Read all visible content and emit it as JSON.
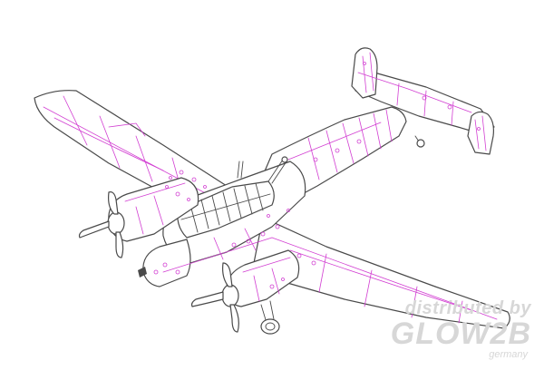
{
  "watermark": {
    "line1": "distributed by",
    "logo": "GLOW2B",
    "line2": "germany"
  },
  "colors": {
    "outline": "#4a4a4a",
    "panel_lines": "#d23fd2",
    "watermark": "#d7d7d7",
    "background": "#ffffff"
  }
}
